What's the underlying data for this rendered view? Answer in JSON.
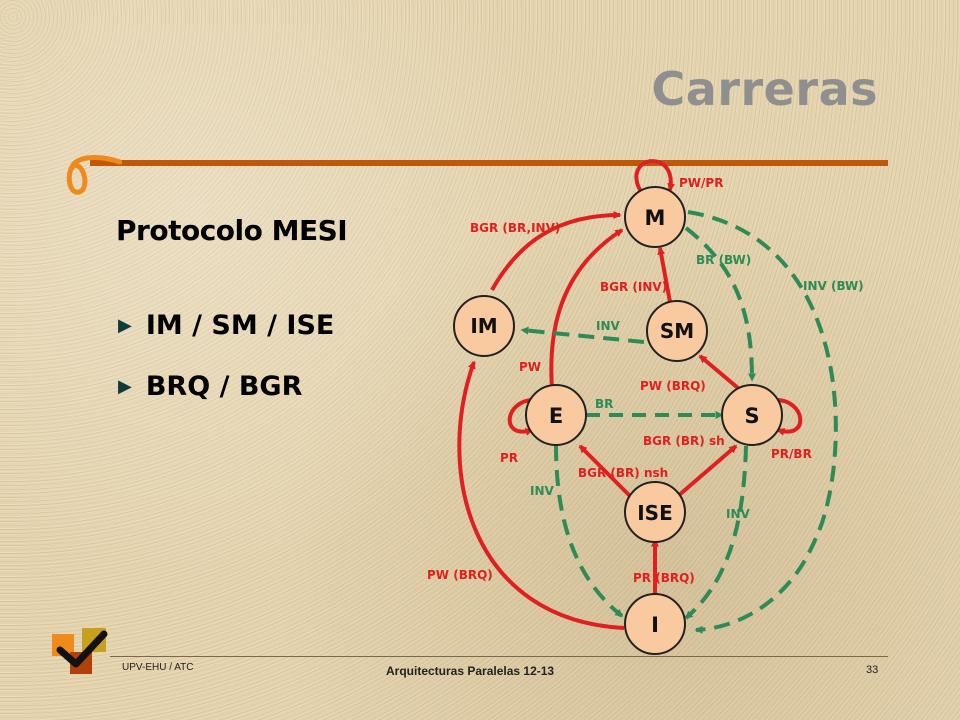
{
  "slide": {
    "title": "Carreras",
    "subtitle": "Protocolo MESI",
    "bullets": [
      "IM / SM / ISE",
      "BRQ / BGR"
    ]
  },
  "footer": {
    "left": "UPV-EHU / ATC",
    "center": "Arquitecturas Paralelas 12-13",
    "page": "33"
  },
  "colors": {
    "accent": "#c0570a",
    "state_fill": "#f9c9a0",
    "red_edge": "#e02020",
    "green_edge": "#2e8b57",
    "title_gray": "#8f8f8f"
  },
  "diagram": {
    "states": [
      {
        "id": "M",
        "label": "M"
      },
      {
        "id": "IM",
        "label": "IM"
      },
      {
        "id": "SM",
        "label": "SM"
      },
      {
        "id": "E",
        "label": "E"
      },
      {
        "id": "S",
        "label": "S"
      },
      {
        "id": "ISE",
        "label": "ISE"
      },
      {
        "id": "I",
        "label": "I"
      }
    ],
    "transitions": [
      {
        "from": "M",
        "to": "M",
        "label": "PW/PR",
        "color": "red"
      },
      {
        "from": "IM",
        "to": "M",
        "label": "BGR (BR,INV)",
        "color": "red"
      },
      {
        "from": "SM",
        "to": "M",
        "label": "BGR (INV)",
        "color": "red"
      },
      {
        "from": "M",
        "to": "S",
        "label": "BR (BW)",
        "color": "green"
      },
      {
        "from": "M",
        "to": "I",
        "label": "INV (BW)",
        "color": "green"
      },
      {
        "from": "SM",
        "to": "IM",
        "label": "INV",
        "color": "green"
      },
      {
        "from": "E",
        "to": "M",
        "label": "PW",
        "color": "red"
      },
      {
        "from": "S",
        "to": "SM",
        "label": "PW (BRQ)",
        "color": "red"
      },
      {
        "from": "E",
        "to": "S",
        "label": "BR",
        "color": "green"
      },
      {
        "from": "E",
        "to": "E",
        "label": "PR",
        "color": "red"
      },
      {
        "from": "S",
        "to": "S",
        "label": "PR/BR",
        "color": "red"
      },
      {
        "from": "ISE",
        "to": "S",
        "label": "BGR (BR) sh",
        "color": "red"
      },
      {
        "from": "ISE",
        "to": "E",
        "label": "BGR (BR) nsh",
        "color": "red"
      },
      {
        "from": "E",
        "to": "I",
        "label": "INV",
        "color": "green"
      },
      {
        "from": "S",
        "to": "I",
        "label": "INV",
        "color": "green"
      },
      {
        "from": "I",
        "to": "ISE",
        "label": "PR (BRQ)",
        "color": "red"
      },
      {
        "from": "I",
        "to": "IM",
        "label": "PW (BRQ)",
        "color": "red"
      }
    ]
  }
}
